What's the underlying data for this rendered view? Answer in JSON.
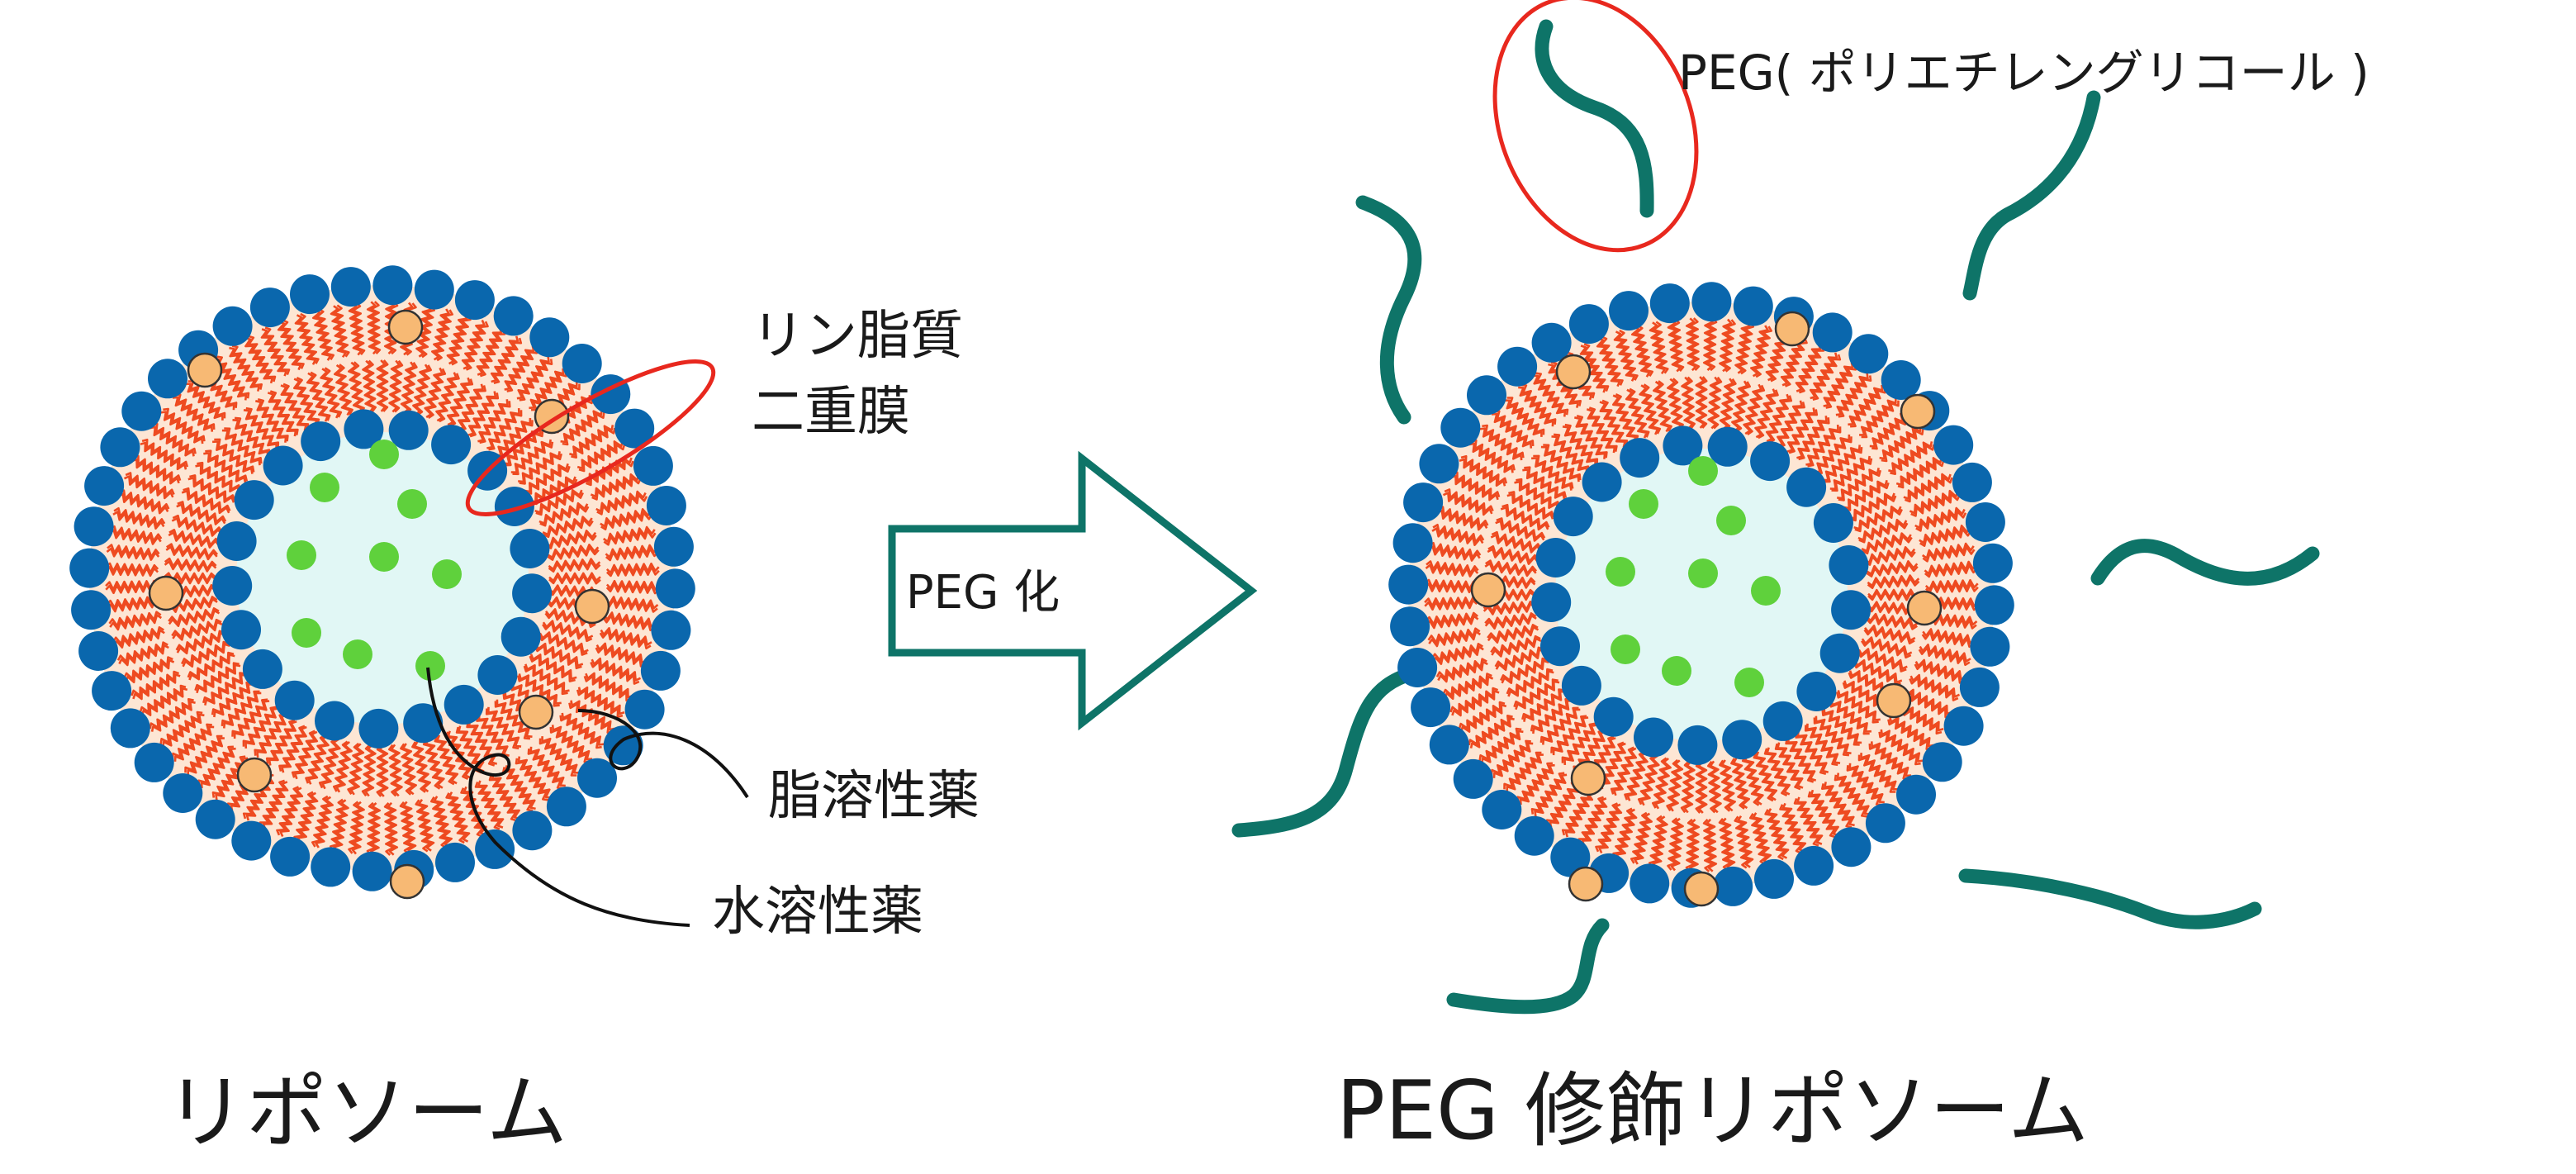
{
  "labels": {
    "lipid_bilayer_line1": "リン脂質",
    "lipid_bilayer_line2": "二重膜",
    "fat_soluble_drug": "脂溶性薬",
    "water_soluble_drug": "水溶性薬",
    "arrow_text": "PEG 化",
    "peg_label": "PEG( ポリエチレングリコール )",
    "left_title": "リポソーム",
    "right_title": "PEG 修飾リポソーム"
  },
  "colors": {
    "head": "#0a67ad",
    "tail": "#ee4a20",
    "bilayer_fill": "#fde6d4",
    "core_fill": "#e1f7f5",
    "water_drug": "#5fd13c",
    "fat_drug": "#f7b974",
    "peg": "#0e7468",
    "highlight": "#e8281e",
    "arrow": "#0e7468",
    "leader": "#111111"
  },
  "icons": {
    "head": "phospholipid-head-icon",
    "tail": "lipid-tail-icon",
    "water_drug": "water-soluble-drug-icon",
    "fat_drug": "fat-soluble-drug-icon",
    "peg": "peg-chain-icon"
  }
}
